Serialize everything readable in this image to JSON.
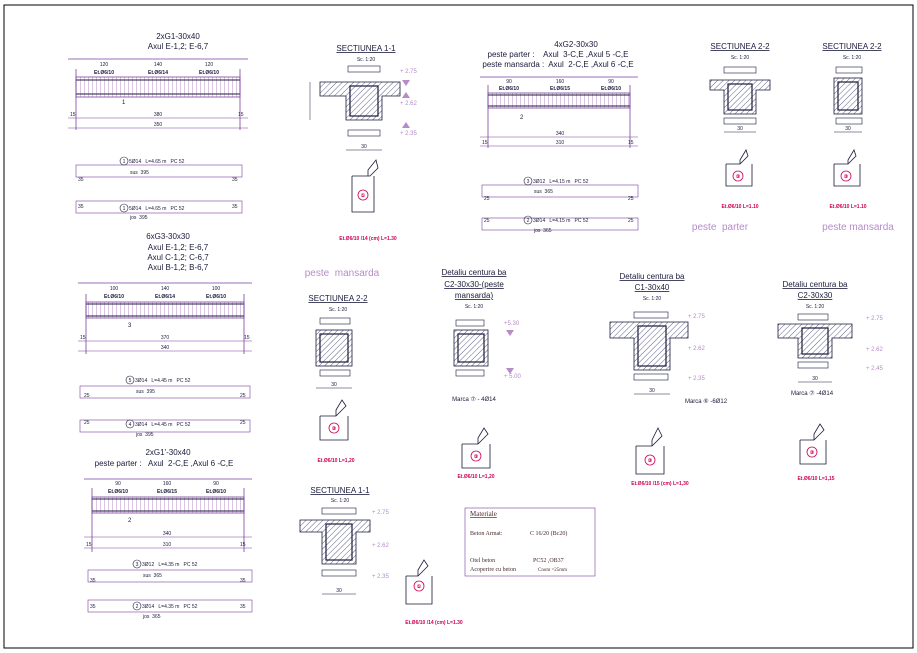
{
  "colors": {
    "frame": "#000000",
    "beam": "#7a3fa0",
    "hatch": "#3a3a6a",
    "accent": "#cc0055",
    "dim": "#1a1a3a",
    "label_light": "#b58cc8"
  },
  "beams": {
    "b1": {
      "title": "2xG1-30x40",
      "axes": [
        "Axul  E-1,2; E-6,7"
      ],
      "spans": [
        "120",
        "140",
        "120"
      ],
      "stirrups": [
        "Et.Ø6/10",
        "Et.Ø6/14",
        "Et.Ø6/10"
      ],
      "mark": "1",
      "bottom": "380",
      "total": "350",
      "end_l": "15",
      "end_r": "15",
      "pos_top": "5Ø14   L=4.65 m   PC 52",
      "pos_top_n": "1",
      "top_side": "sus  395",
      "pos_bot": "5Ø14   L=4.65 m   PC 52",
      "pos_bot_n": "1",
      "bot_side": "jos  395",
      "side_l": "35",
      "side_r": "35"
    },
    "b2": {
      "title": "4xG2-30x30",
      "axes": [
        "peste parter :    Axul  3-C,E ,Axul 5 -C,E",
        "peste mansarda :  Axul  2-C,E ,Axul 6 -C,E"
      ],
      "spans": [
        "90",
        "160",
        "90"
      ],
      "stirrups": [
        "Et.Ø6/10",
        "Et.Ø6/15",
        "Et.Ø6/10"
      ],
      "mark": "2",
      "bottom": "340",
      "total": "310",
      "end_l": "15",
      "end_r": "15",
      "pos_top": "3Ø12   L=4.15 m   PC 52",
      "pos_top_n": "3",
      "top_side": "sus  365",
      "pos_bot": "3Ø14   L=4.15 m   PC 52",
      "pos_bot_n": "2",
      "bot_side": "jos  365",
      "side_l": "25",
      "side_r": "25"
    },
    "b3": {
      "title": "6xG3-30x30",
      "axes": [
        "Axul  E-1,2; E-6,7",
        "Axul  C-1,2; C-6,7",
        "Axul  B-1,2; B-6,7"
      ],
      "spans": [
        "100",
        "140",
        "100"
      ],
      "stirrups": [
        "Et.Ø6/10",
        "Et.Ø6/14",
        "Et.Ø6/10"
      ],
      "mark": "3",
      "bottom": "370",
      "total": "340",
      "end_l": "15",
      "end_r": "15",
      "pos_top": "3Ø14   L=4.45 m   PC 52",
      "pos_top_n": "5",
      "top_side": "sus  395",
      "pos_bot": "3Ø14   L=4.45 m   PC 52",
      "pos_bot_n": "4",
      "bot_side": "jos  395",
      "side_l": "25",
      "side_r": "25"
    },
    "b4": {
      "title": "2xG1'-30x40",
      "axes": [
        "peste parter :   Axul  2-C,E ,Axul 6 -C,E"
      ],
      "spans": [
        "90",
        "160",
        "90"
      ],
      "stirrups": [
        "Et.Ø6/10",
        "Et.Ø6/15",
        "Et.Ø6/10"
      ],
      "mark": "2",
      "bottom": "340",
      "total": "310",
      "end_l": "15",
      "end_r": "15",
      "pos_top": "3Ø12   L=4.35 m   PC 52",
      "pos_top_n": "3",
      "top_side": "sus  365",
      "pos_bot": "3Ø14   L=4.35 m   PC 52",
      "pos_bot_n": "2",
      "bot_side": "jos  365",
      "side_l": "35",
      "side_r": "35"
    }
  },
  "sections": {
    "s11a": {
      "title": "SECTIUNEA  1-1",
      "scale": "Sc. 1:20",
      "levels": [
        "+ 2.75",
        "+ 2.62",
        "+ 2.35"
      ],
      "width": "30",
      "stirrup": "Et.Ø6/10 /14 (cm)   L=1.30"
    },
    "s22a": {
      "title": "SECTIUNEA  2-2",
      "scale": "Sc. 1:20",
      "width": "30",
      "stirrup": "Et.Ø6/10   L=1.10",
      "tag": "peste  parter"
    },
    "s22b": {
      "title": "SECTIUNEA  2-2",
      "scale": "Sc. 1:20",
      "width": "30",
      "stirrup": "Et.Ø6/10   L=1.10",
      "tag": "peste mansarda"
    },
    "s22c": {
      "title": "SECTIUNEA  2-2",
      "scale": "Sc. 1:20",
      "width": "30",
      "stirrup": "Et.Ø6/10   L=1,20",
      "tag": "peste  mansarda"
    },
    "s11b": {
      "title": "SECTIUNEA  1-1",
      "scale": "Sc. 1:20",
      "levels": [
        "+ 2.75",
        "+ 2.62",
        "+ 2.35"
      ],
      "width": "30",
      "stirrup": "Et.Ø6/10 /14 (cm)   L=1.30"
    },
    "cb": {
      "title": "Detaliu  centura ba",
      "sub": [
        "C2-30x30-(peste",
        "mansarda)"
      ],
      "scale": "Sc. 1:20",
      "levels": [
        "+5.30",
        "+ 5.00"
      ],
      "mark": "Marca ⑦ - 4Ø14",
      "stirrup": "Et.Ø6/10   L=1,20"
    },
    "c1": {
      "title": "Detaliu  centura ba",
      "sub": [
        "C1-30x40"
      ],
      "scale": "Sc. 1:20",
      "levels": [
        "+ 2.75",
        "+ 2.62",
        "+ 2.35"
      ],
      "mark": "Marca ⑥ -6Ø12",
      "stirrup": "Et.Ø6/10 /15 (cm)   L=1,30",
      "width": "30"
    },
    "c2": {
      "title": "Detaliu  centura ba",
      "sub": [
        "C2-30x30"
      ],
      "scale": "Sc. 1:20",
      "levels": [
        "+ 2.75",
        "+ 2.62",
        "+ 2.45"
      ],
      "mark": "Marca ⑦ -4Ø14",
      "stirrup": "Et.Ø6/10   L=1,15",
      "width": "30"
    }
  },
  "materials": {
    "title": "Materiale",
    "rows": [
      {
        "k": "Beton Armat:",
        "v": "C 16/20  (Bc20)"
      },
      {
        "k": "Otel beton",
        "v": "PC52 ,OB37"
      },
      {
        "k": "Acoperire cu beton",
        "v": "Cnom =25mm"
      }
    ]
  }
}
